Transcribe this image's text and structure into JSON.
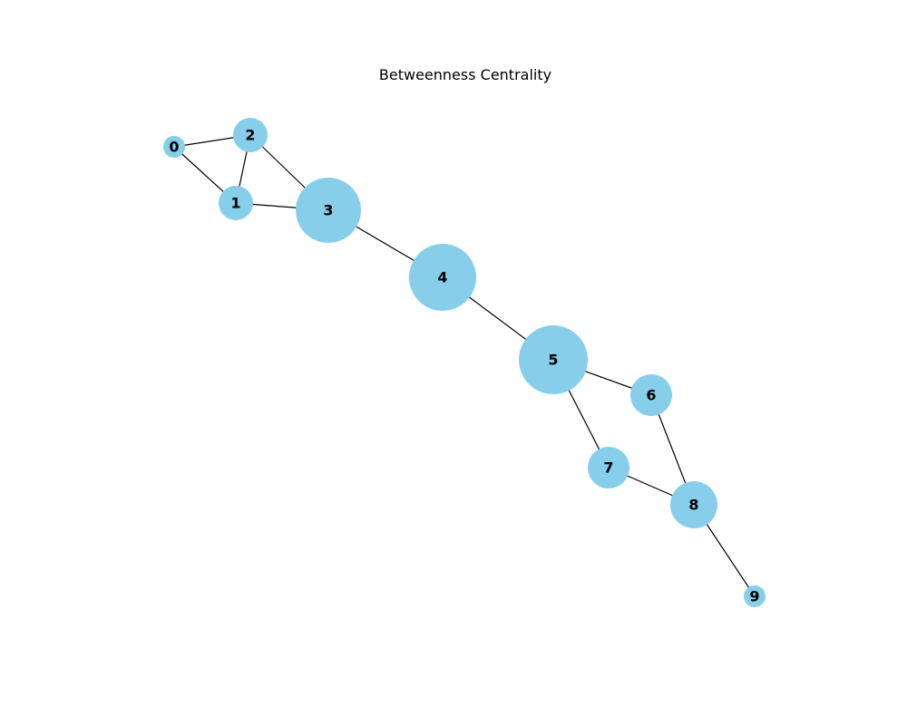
{
  "title": "Betweenness Centrality",
  "colors": {
    "node_fill": "#87CEEB",
    "edge": "#000000",
    "label": "#000000",
    "background": "#ffffff"
  },
  "nodes": [
    {
      "id": "0",
      "label": "0"
    },
    {
      "id": "1",
      "label": "1"
    },
    {
      "id": "2",
      "label": "2"
    },
    {
      "id": "3",
      "label": "3"
    },
    {
      "id": "4",
      "label": "4"
    },
    {
      "id": "5",
      "label": "5"
    },
    {
      "id": "6",
      "label": "6"
    },
    {
      "id": "7",
      "label": "7"
    },
    {
      "id": "8",
      "label": "8"
    },
    {
      "id": "9",
      "label": "9"
    }
  ],
  "edges": [
    [
      "0",
      "1"
    ],
    [
      "0",
      "2"
    ],
    [
      "1",
      "2"
    ],
    [
      "1",
      "3"
    ],
    [
      "2",
      "3"
    ],
    [
      "3",
      "4"
    ],
    [
      "4",
      "5"
    ],
    [
      "5",
      "6"
    ],
    [
      "5",
      "7"
    ],
    [
      "6",
      "8"
    ],
    [
      "7",
      "8"
    ],
    [
      "8",
      "9"
    ]
  ]
}
